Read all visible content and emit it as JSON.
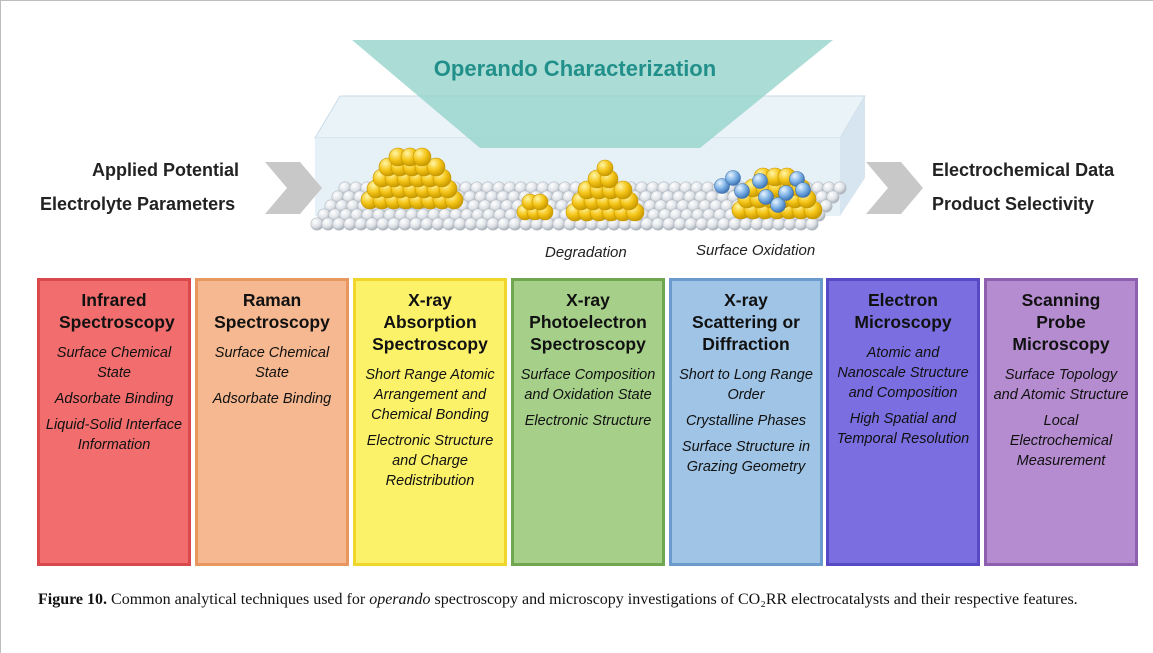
{
  "banner": "Operando Characterization",
  "inputs": [
    "Applied Potential",
    "Electrolyte Parameters"
  ],
  "outputs": [
    "Electrochemical Data",
    "Product Selectivity"
  ],
  "annotations": [
    "Degradation",
    "Surface Oxidation"
  ],
  "techniques": [
    {
      "title": "Infrared Spectroscopy",
      "color": "#f26d6d",
      "border": "#d9484a",
      "features": [
        "Surface Chemical State",
        "Adsorbate Binding",
        "Liquid-Solid Interface Information"
      ]
    },
    {
      "title": "Raman Spectroscopy",
      "color": "#f5b890",
      "border": "#e8975e",
      "features": [
        "Surface Chemical State",
        "Adsorbate Binding"
      ]
    },
    {
      "title": "X-ray Absorption Spectroscopy",
      "color": "#fbf26a",
      "border": "#f0d62a",
      "features": [
        "Short Range Atomic Arrangement and Chemical Bonding",
        "Electronic Structure and Charge Redistribution"
      ]
    },
    {
      "title": "X-ray Photoelectron Spectroscopy",
      "color": "#a6d08a",
      "border": "#6fa64f",
      "features": [
        "Surface Composition and Oxidation State",
        "Electronic Structure"
      ]
    },
    {
      "title": "X-ray Scattering or Diffraction",
      "color": "#9fc4e6",
      "border": "#6b9bcc",
      "features": [
        "Short to Long Range Order",
        "Crystalline Phases",
        "Surface Structure in Grazing Geometry"
      ]
    },
    {
      "title": "Electron Microscopy",
      "color": "#7b6ee0",
      "border": "#5849c4",
      "features": [
        "Atomic and Nanoscale Structure and Composition",
        "High Spatial and Temporal Resolution"
      ]
    },
    {
      "title": "Scanning Probe Microscopy",
      "color": "#b48ccf",
      "border": "#8e5fae",
      "features": [
        "Surface Topology and Atomic Structure",
        "Local Electrochemical Measurement"
      ]
    }
  ],
  "caption": {
    "label": "Figure 10.",
    "part1": " Common analytical techniques used for ",
    "emphasis": "operando",
    "part2": " spectroscopy and microscopy investigations of CO₂RR electrocatalysts and their respective features."
  }
}
